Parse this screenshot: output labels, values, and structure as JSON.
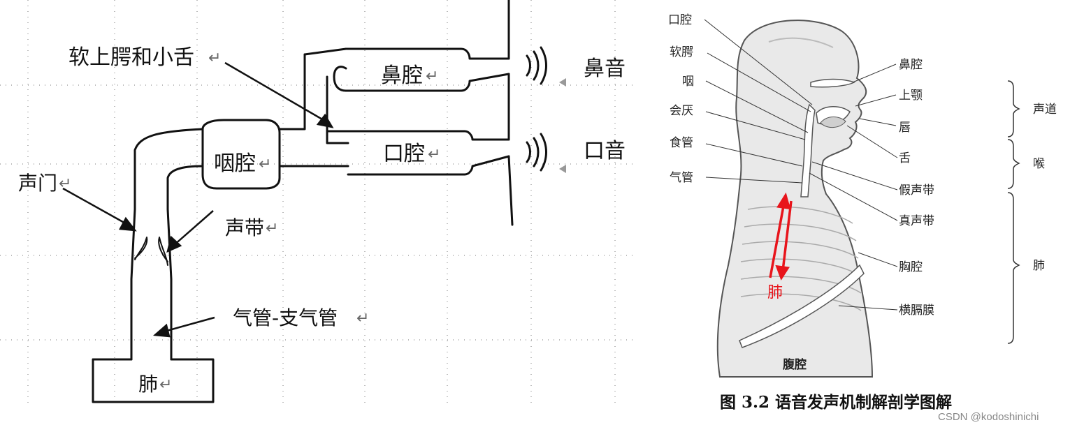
{
  "left_diagram": {
    "labels": {
      "soft_palate_tongue": "软上腭和小舌",
      "nasal_cavity": "鼻腔",
      "nasal_sound": "鼻音",
      "pharynx": "咽腔",
      "oral_cavity": "口腔",
      "oral_sound": "口音",
      "glottis": "声门",
      "vocal_cords": "声带",
      "trachea_bronchi": "气管-支气管",
      "lungs": "肺"
    },
    "return_mark": "↵"
  },
  "right_diagram": {
    "left_labels": {
      "mouth_cavity": "口腔",
      "soft_palate": "软腭",
      "pharynx": "咽",
      "epiglottis": "会厌",
      "esophagus": "食管",
      "trachea": "气管"
    },
    "right_labels": {
      "nasal_cavity": "鼻腔",
      "upper_jaw": "上颚",
      "lips": "唇",
      "tongue": "舌",
      "false_vocal_cords": "假声带",
      "true_vocal_cords": "真声带",
      "thoracic_cavity": "胸腔",
      "diaphragm": "横膈膜"
    },
    "bracket_labels": {
      "vocal_tract": "声道",
      "larynx": "喉",
      "lungs": "肺"
    },
    "inner_labels": {
      "lung_red": "肺",
      "abdomen": "腹腔"
    },
    "caption": "图 3.2  语音发声机制解剖学图解",
    "accent_color": "#e8141b"
  },
  "watermark": "CSDN @kodoshinichi"
}
